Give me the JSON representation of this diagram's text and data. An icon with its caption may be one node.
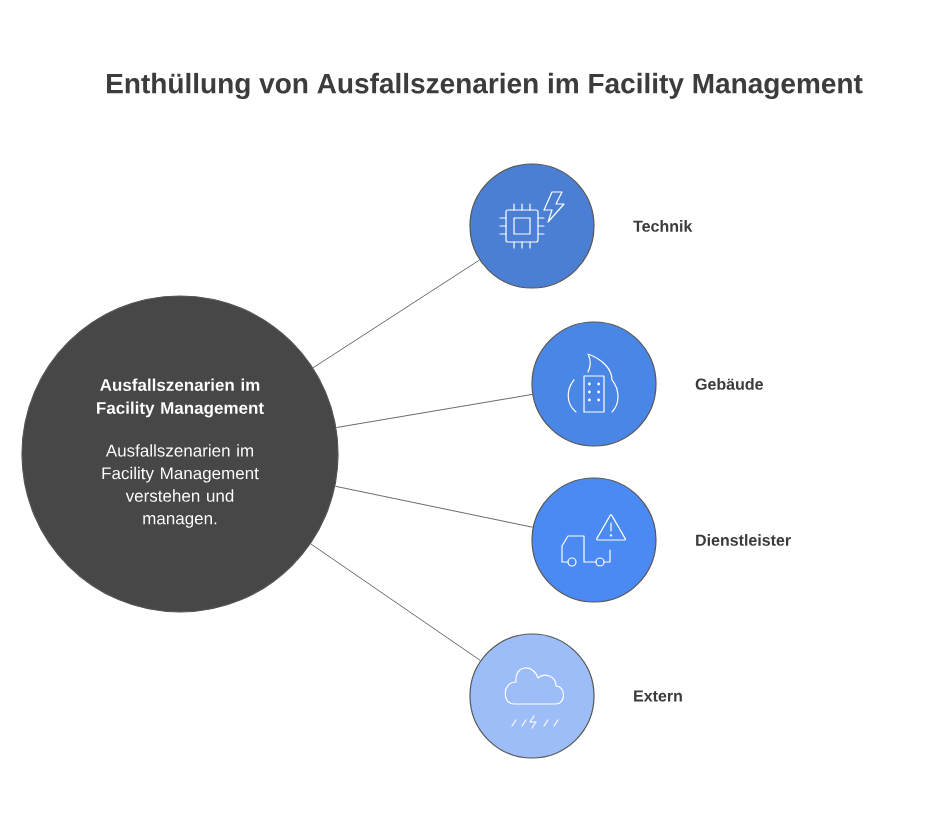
{
  "diagram": {
    "title": "Enthüllung von Ausfallszenarien im Facility Management",
    "nodes": [
      {
        "text": [
          "Ausfallszenarien im Facility Management",
          "Ausfallszenarien im Facility Management verstehen und managen."
        ]
      },
      {
        "text": [
          "Technik"
        ]
      },
      {
        "text": [
          "Gebäude"
        ]
      },
      {
        "text": [
          "Dienstleister"
        ]
      },
      {
        "text": [
          "Extern"
        ]
      }
    ],
    "edges": [
      {
        "from": 0,
        "to": 1,
        "arrow": "none"
      },
      {
        "from": 0,
        "to": 2,
        "arrow": "none"
      },
      {
        "from": 0,
        "to": 3,
        "arrow": "none"
      },
      {
        "from": 0,
        "to": 4,
        "arrow": "none"
      }
    ]
  }
}
